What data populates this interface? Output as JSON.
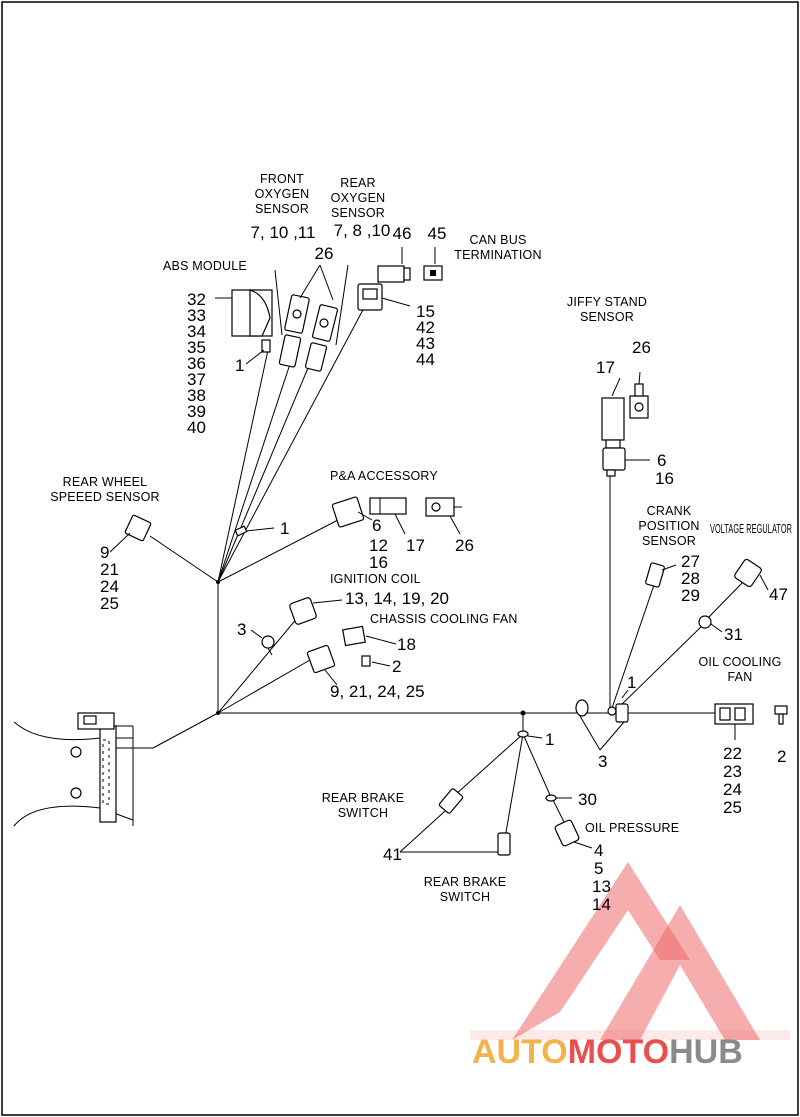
{
  "labels": {
    "front_oxygen_sensor": [
      "FRONT",
      "OXYGEN",
      "SENSOR"
    ],
    "rear_oxygen_sensor": [
      "REAR",
      "OXYGEN",
      "SENSOR"
    ],
    "abs_module": "ABS MODULE",
    "can_bus_termination": [
      "CAN BUS",
      "TERMINATION"
    ],
    "jiffy_stand_sensor": [
      "JIFFY STAND",
      "SENSOR"
    ],
    "rear_wheel_speed_sensor": [
      "REAR WHEEL",
      "SPEEED SENSOR"
    ],
    "pa_accessory": "P&A ACCESSORY",
    "crank_position_sensor": [
      "CRANK",
      "POSITION",
      "SENSOR"
    ],
    "voltage_regulator": "VOLTAGE REGULATOR",
    "ignition_coil": "IGNITION COIL",
    "chassis_cooling_fan": "CHASSIS COOLING FAN",
    "oil_cooling_fan": [
      "OIL COOLING",
      "FAN"
    ],
    "rear_brake_switch_upper": [
      "REAR BRAKE",
      "SWITCH"
    ],
    "rear_brake_switch_lower": [
      "REAR BRAKE",
      "SWITCH"
    ],
    "oil_pressure": "OIL PRESSURE"
  },
  "callouts": {
    "front_o2": "7, 10 ,11",
    "rear_o2": "7, 8 ,10",
    "o2_clips": "26",
    "n46": "46",
    "n45": "45",
    "n15_44": [
      "15",
      "42",
      "43",
      "44"
    ],
    "abs_list": [
      "32",
      "33",
      "34",
      "35",
      "36",
      "37",
      "38",
      "39",
      "40"
    ],
    "abs_1": "1",
    "jiffy_26": "26",
    "jiffy_17": "17",
    "jiffy_6_16": [
      "6",
      "16"
    ],
    "rws_list": [
      "9",
      "21",
      "24",
      "25"
    ],
    "clip_1_mid": "1",
    "pa_6_12_16": [
      "6",
      "12",
      "16"
    ],
    "pa_17": "17",
    "pa_26": "26",
    "crank_list": [
      "27",
      "28",
      "29"
    ],
    "vr_47": "47",
    "vr_31": "31",
    "ign_list": "13, 14, 19, 20",
    "n3_left": "3",
    "ccf_18": "18",
    "ccf_2": "2",
    "ccf_list": "9, 21, 24, 25",
    "n1_right": "1",
    "oil_fan_list": [
      "22",
      "23",
      "24",
      "25"
    ],
    "oil_fan_2": "2",
    "n3_bottom": "3",
    "n1_lower": "1",
    "n30": "30",
    "oil_p_list": [
      "4",
      "5",
      "13",
      "14"
    ],
    "n41": "41"
  },
  "watermark": {
    "text_a": "AUTO",
    "text_b": "MOTO",
    "text_c": "HUB",
    "colors": {
      "orange": "#f4b24a",
      "red": "#ea4f4f",
      "gray": "#8a8a8a"
    }
  }
}
